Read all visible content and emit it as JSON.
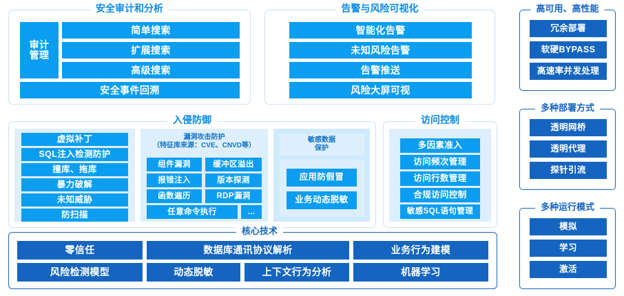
{
  "colors": {
    "chip_blue": "#0b9ef0",
    "chip_dark_blue": "#1565c0",
    "panel_border_light": "#cfe0f2",
    "panel_border_dark": "#1565c0",
    "subpanel_bg": "#ddeffc",
    "subpanel_bg_light": "#cfeafb",
    "legend_blue": "#0b8ae8",
    "background": "#ffffff"
  },
  "panels": {
    "audit": {
      "title": "安全审计和分析",
      "side_label": "审计\n管理",
      "side_label_line1": "审计",
      "side_label_line2": "管理",
      "items": [
        "简单搜索",
        "扩展搜索",
        "高级搜索"
      ],
      "footer": "安全事件回溯"
    },
    "alert": {
      "title": "告警与风险可视化",
      "items": [
        "智能化告警",
        "未知风险告警",
        "告警推送",
        "风险大屏可视"
      ]
    },
    "ha": {
      "title": "高可用、高性能",
      "items": [
        "冗余部署",
        "软硬BYPASS",
        "高速率并发处理"
      ]
    },
    "intrusion": {
      "title": "入侵防御",
      "left_items": [
        "虚拟补丁",
        "SQL注入检测防护",
        "撞库、拖库",
        "暴力破解",
        "未知威胁",
        "防扫描"
      ],
      "vuln": {
        "caption_line1": "漏洞攻击防护",
        "caption_line2": "（特征库来源：CVE、CNVD等）",
        "grid": [
          [
            "组件漏洞",
            "缓冲区溢出"
          ],
          [
            "报错注入",
            "版本探测"
          ],
          [
            "函数遍历",
            "RDP漏洞"
          ]
        ],
        "wide_item": "任意命令执行",
        "more_item": "..."
      },
      "sensitive": {
        "caption_line1": "敏感数据",
        "caption_line2": "保护",
        "items": [
          "应用防假冒",
          "业务动态脱敏"
        ]
      }
    },
    "access": {
      "title": "访问控制",
      "items": [
        "多因素准入",
        "访问频次管理",
        "访问行数管理",
        "合规访问控制",
        "敏感SQL语句管理"
      ]
    },
    "deploy": {
      "title": "多种部署方式",
      "items": [
        "透明网桥",
        "透明代理",
        "探针引流"
      ]
    },
    "runmode": {
      "title": "多种运行模式",
      "items": [
        "模拟",
        "学习",
        "激活"
      ]
    },
    "core": {
      "title": "核心技术",
      "row1": [
        "零信任",
        "数据库通讯协议解析",
        "业务行为建模"
      ],
      "row2": [
        "风险检测模型",
        "动态脱敏",
        "上下文行为分析",
        "机器学习"
      ]
    }
  }
}
